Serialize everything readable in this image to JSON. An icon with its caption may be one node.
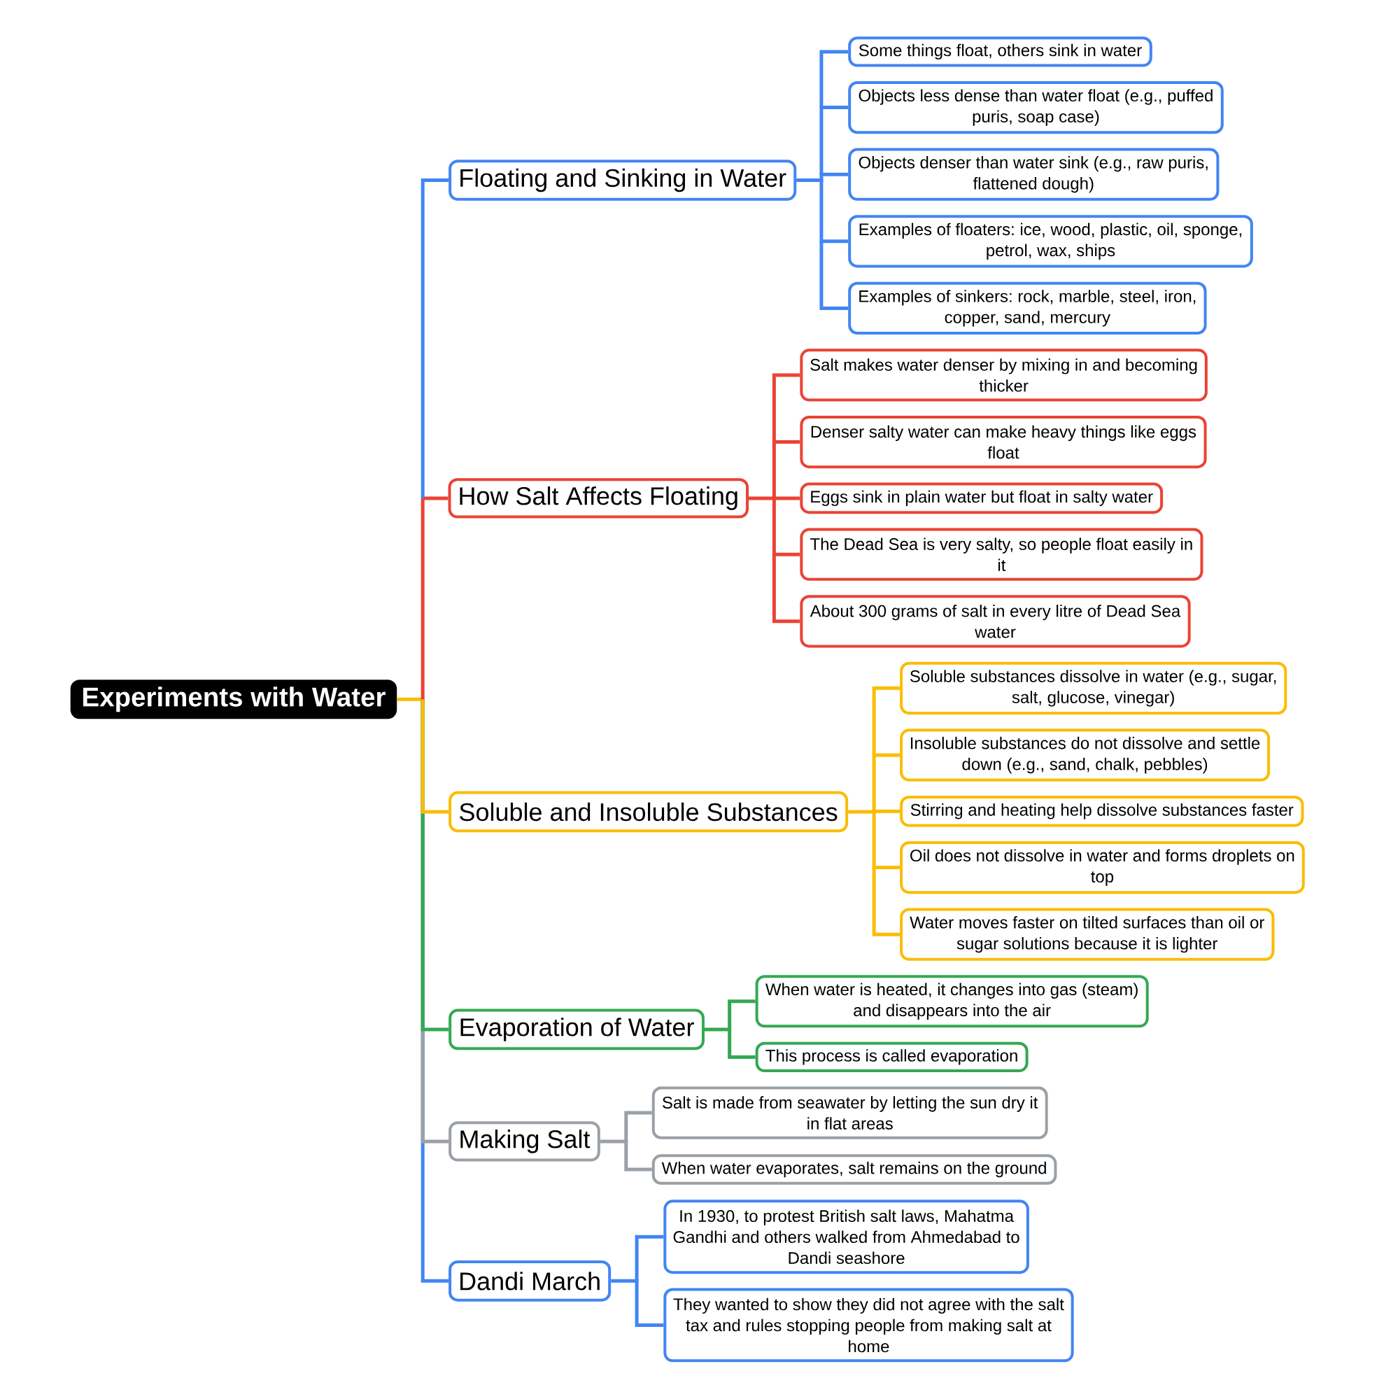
{
  "diagram": {
    "nodes": [
      {
        "text": [
          "Experiments with Water"
        ]
      },
      {
        "text": [
          "Floating and Sinking in Water"
        ]
      },
      {
        "text": [
          "Some things float, others sink in water"
        ]
      },
      {
        "text": [
          "Objects less dense than water float (e.g., puffed puris, soap case)"
        ]
      },
      {
        "text": [
          "Objects denser than water sink (e.g., raw puris, flattened dough)"
        ]
      },
      {
        "text": [
          "Examples of floaters: ice, wood, plastic, oil, sponge, petrol, wax, ships"
        ]
      },
      {
        "text": [
          "Examples of sinkers: rock, marble, steel, iron, copper, sand, mercury"
        ]
      },
      {
        "text": [
          "How Salt Affects Floating"
        ]
      },
      {
        "text": [
          "Salt makes water denser by mixing in and becoming thicker"
        ]
      },
      {
        "text": [
          "Denser salty water can make heavy things like eggs float"
        ]
      },
      {
        "text": [
          "Eggs sink in plain water but float in salty water"
        ]
      },
      {
        "text": [
          "The Dead Sea is very salty, so people float easily in it"
        ]
      },
      {
        "text": [
          "About 300 grams of salt in every litre of Dead Sea water"
        ]
      },
      {
        "text": [
          "Soluble and Insoluble Substances"
        ]
      },
      {
        "text": [
          "Soluble substances dissolve in water (e.g., sugar, salt, glucose, vinegar)"
        ]
      },
      {
        "text": [
          "Insoluble substances do not dissolve and settle down (e.g., sand, chalk, pebbles)"
        ]
      },
      {
        "text": [
          "Stirring and heating help dissolve substances faster"
        ]
      },
      {
        "text": [
          "Oil does not dissolve in water and forms droplets on top"
        ]
      },
      {
        "text": [
          "Water moves faster on tilted surfaces than oil or sugar solutions because it is lighter"
        ]
      },
      {
        "text": [
          "Evaporation of Water"
        ]
      },
      {
        "text": [
          "When water is heated, it changes into gas (steam) and disappears into the air"
        ]
      },
      {
        "text": [
          "This process is called evaporation"
        ]
      },
      {
        "text": [
          "Making Salt"
        ]
      },
      {
        "text": [
          "Salt is made from seawater by letting the sun dry it in flat areas"
        ]
      },
      {
        "text": [
          "When water evaporates, salt remains on the ground"
        ]
      },
      {
        "text": [
          "Dandi March"
        ]
      },
      {
        "text": [
          "In 1930, to protest British salt laws, Mahatma Gandhi and others walked from Ahmedabad to Dandi seashore"
        ]
      },
      {
        "text": [
          "They wanted to show they did not agree with the salt tax and rules stopping people from making salt at home"
        ]
      }
    ],
    "edges": [
      {
        "from": 0,
        "to": 1,
        "arrow": "none"
      },
      {
        "from": 1,
        "to": 2,
        "arrow": "none"
      },
      {
        "from": 1,
        "to": 3,
        "arrow": "none"
      },
      {
        "from": 1,
        "to": 4,
        "arrow": "none"
      },
      {
        "from": 1,
        "to": 5,
        "arrow": "none"
      },
      {
        "from": 1,
        "to": 6,
        "arrow": "none"
      },
      {
        "from": 0,
        "to": 7,
        "arrow": "none",
        "color": "#ea4335"
      },
      {
        "from": 7,
        "to": 8,
        "arrow": "none",
        "color": "#ea4335"
      },
      {
        "from": 7,
        "to": 9,
        "arrow": "none",
        "color": "#ea4335"
      },
      {
        "from": 7,
        "to": 10,
        "arrow": "none",
        "color": "#ea4335"
      },
      {
        "from": 7,
        "to": 11,
        "arrow": "none",
        "color": "#ea4335"
      },
      {
        "from": 7,
        "to": 12,
        "arrow": "none",
        "color": "#ea4335"
      },
      {
        "from": 0,
        "to": 13,
        "arrow": "none",
        "color": "#fbbc05"
      },
      {
        "from": 13,
        "to": 14,
        "arrow": "none",
        "color": "#fbbc05"
      },
      {
        "from": 13,
        "to": 15,
        "arrow": "none",
        "color": "#fbbc05"
      },
      {
        "from": 13,
        "to": 16,
        "arrow": "none",
        "color": "#fbbc05"
      },
      {
        "from": 13,
        "to": 17,
        "arrow": "none",
        "color": "#fbbc05"
      },
      {
        "from": 13,
        "to": 18,
        "arrow": "none",
        "color": "#fbbc05"
      },
      {
        "from": 0,
        "to": 19,
        "arrow": "none",
        "color": "#34a853"
      },
      {
        "from": 19,
        "to": 20,
        "arrow": "none",
        "color": "#34a853"
      },
      {
        "from": 19,
        "to": 21,
        "arrow": "none",
        "color": "#34a853"
      },
      {
        "from": 0,
        "to": 22,
        "arrow": "none",
        "color": "#9aa0a6"
      },
      {
        "from": 22,
        "to": 23,
        "arrow": "none",
        "color": "#9aa0a6"
      },
      {
        "from": 22,
        "to": 24,
        "arrow": "none",
        "color": "#9aa0a6"
      },
      {
        "from": 0,
        "to": 25,
        "arrow": "none"
      },
      {
        "from": 25,
        "to": 26,
        "arrow": "none"
      },
      {
        "from": 25,
        "to": 27,
        "arrow": "none"
      }
    ]
  }
}
